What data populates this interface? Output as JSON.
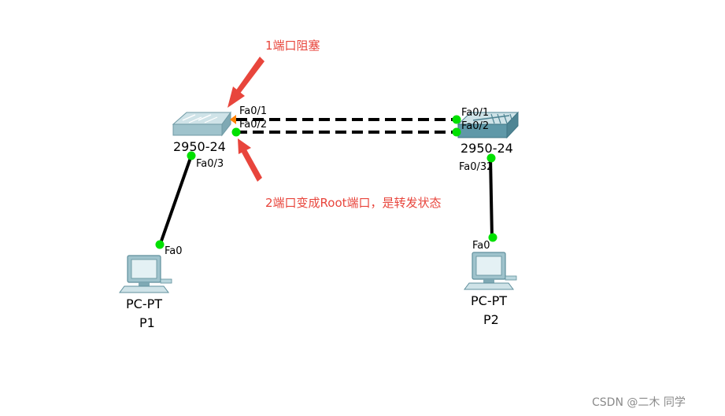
{
  "switch_left": {
    "model": "2950-24",
    "ports": {
      "p1": "Fa0/1",
      "p2": "Fa0/2",
      "p3": "Fa0/3"
    }
  },
  "switch_right": {
    "model": "2950-24",
    "ports": {
      "p1": "Fa0/1",
      "p2": "Fa0/2",
      "p3": "Fa0/32"
    }
  },
  "pc_left": {
    "type": "PC-PT",
    "name": "P1",
    "port": "Fa0"
  },
  "pc_right": {
    "type": "PC-PT",
    "name": "P2",
    "port": "Fa0"
  },
  "annotations": {
    "port1_blocked": "1端口阻塞",
    "port2_root": "2端口变成Root端口，是转发状态"
  },
  "watermark": "CSDN @二木 同学",
  "colors": {
    "link_up": "#00e000",
    "link_blocked": "#ff8000",
    "note_text": "#e8453c",
    "switch_body": "#a7c8d0"
  },
  "icons": {
    "switch": "switch-icon",
    "pc": "pc-icon",
    "arrow": "arrow-icon"
  }
}
